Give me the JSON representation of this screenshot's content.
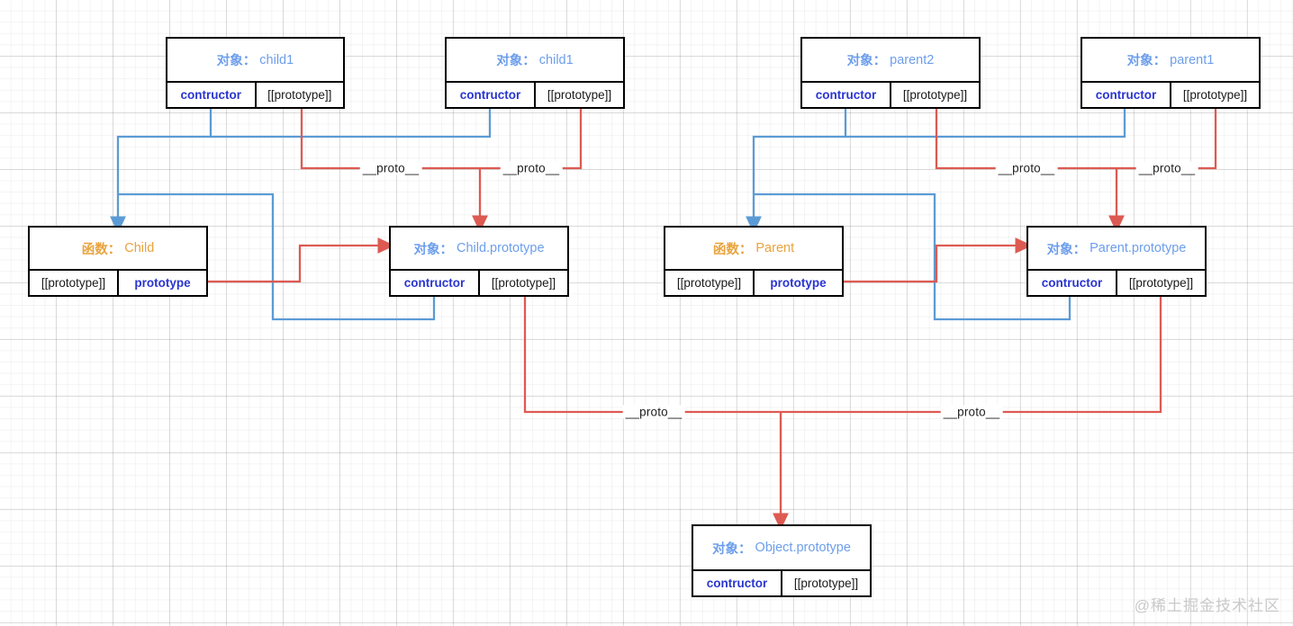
{
  "diagram": {
    "title": "JavaScript prototype chain diagram",
    "colors": {
      "blue_wire": "#5b9bd5",
      "red_wire": "#dd5a52",
      "object_text": "#6d9eeb",
      "function_text": "#e8a33d",
      "slot_link": "#2a35cf",
      "node_border": "#000000"
    },
    "labels": {
      "kind_object": "对象",
      "kind_function": "函数",
      "separator": "：",
      "slot_constructor": "contructor",
      "slot_prototype_internal": "[[prototype]]",
      "slot_prototype": "prototype",
      "proto_edge": "__proto__"
    },
    "nodes": [
      {
        "id": "child1-a",
        "kind": "对象",
        "name": "child1",
        "slots": [
          "contructor",
          "[[prototype]]"
        ],
        "slot_styles": [
          "link",
          "plain"
        ]
      },
      {
        "id": "child1-b",
        "kind": "对象",
        "name": "child1",
        "slots": [
          "contructor",
          "[[prototype]]"
        ],
        "slot_styles": [
          "link",
          "plain"
        ]
      },
      {
        "id": "parent2",
        "kind": "对象",
        "name": "parent2",
        "slots": [
          "contructor",
          "[[prototype]]"
        ],
        "slot_styles": [
          "link",
          "plain"
        ]
      },
      {
        "id": "parent1",
        "kind": "对象",
        "name": "parent1",
        "slots": [
          "contructor",
          "[[prototype]]"
        ],
        "slot_styles": [
          "link",
          "plain"
        ]
      },
      {
        "id": "fn-child",
        "kind": "函数",
        "name": "Child",
        "slots": [
          "[[prototype]]",
          "prototype"
        ],
        "slot_styles": [
          "plain",
          "link"
        ]
      },
      {
        "id": "child-prototype",
        "kind": "对象",
        "name": "Child.prototype",
        "slots": [
          "contructor",
          "[[prototype]]"
        ],
        "slot_styles": [
          "link",
          "plain"
        ]
      },
      {
        "id": "fn-parent",
        "kind": "函数",
        "name": "Parent",
        "slots": [
          "[[prototype]]",
          "prototype"
        ],
        "slot_styles": [
          "plain",
          "link"
        ]
      },
      {
        "id": "parent-prototype",
        "kind": "对象",
        "name": "Parent.prototype",
        "slots": [
          "contructor",
          "[[prototype]]"
        ],
        "slot_styles": [
          "link",
          "plain"
        ]
      },
      {
        "id": "object-prototype",
        "kind": "对象",
        "name": "Object.prototype",
        "slots": [
          "contructor",
          "[[prototype]]"
        ],
        "slot_styles": [
          "link",
          "plain"
        ]
      }
    ],
    "edge_labels": [
      {
        "id": "proto-1",
        "text": "__proto__"
      },
      {
        "id": "proto-2",
        "text": "__proto__"
      },
      {
        "id": "proto-3",
        "text": "__proto__"
      },
      {
        "id": "proto-4",
        "text": "__proto__"
      },
      {
        "id": "proto-5",
        "text": "__proto__"
      },
      {
        "id": "proto-6",
        "text": "__proto__"
      }
    ],
    "watermark": "@稀土掘金技术社区"
  }
}
